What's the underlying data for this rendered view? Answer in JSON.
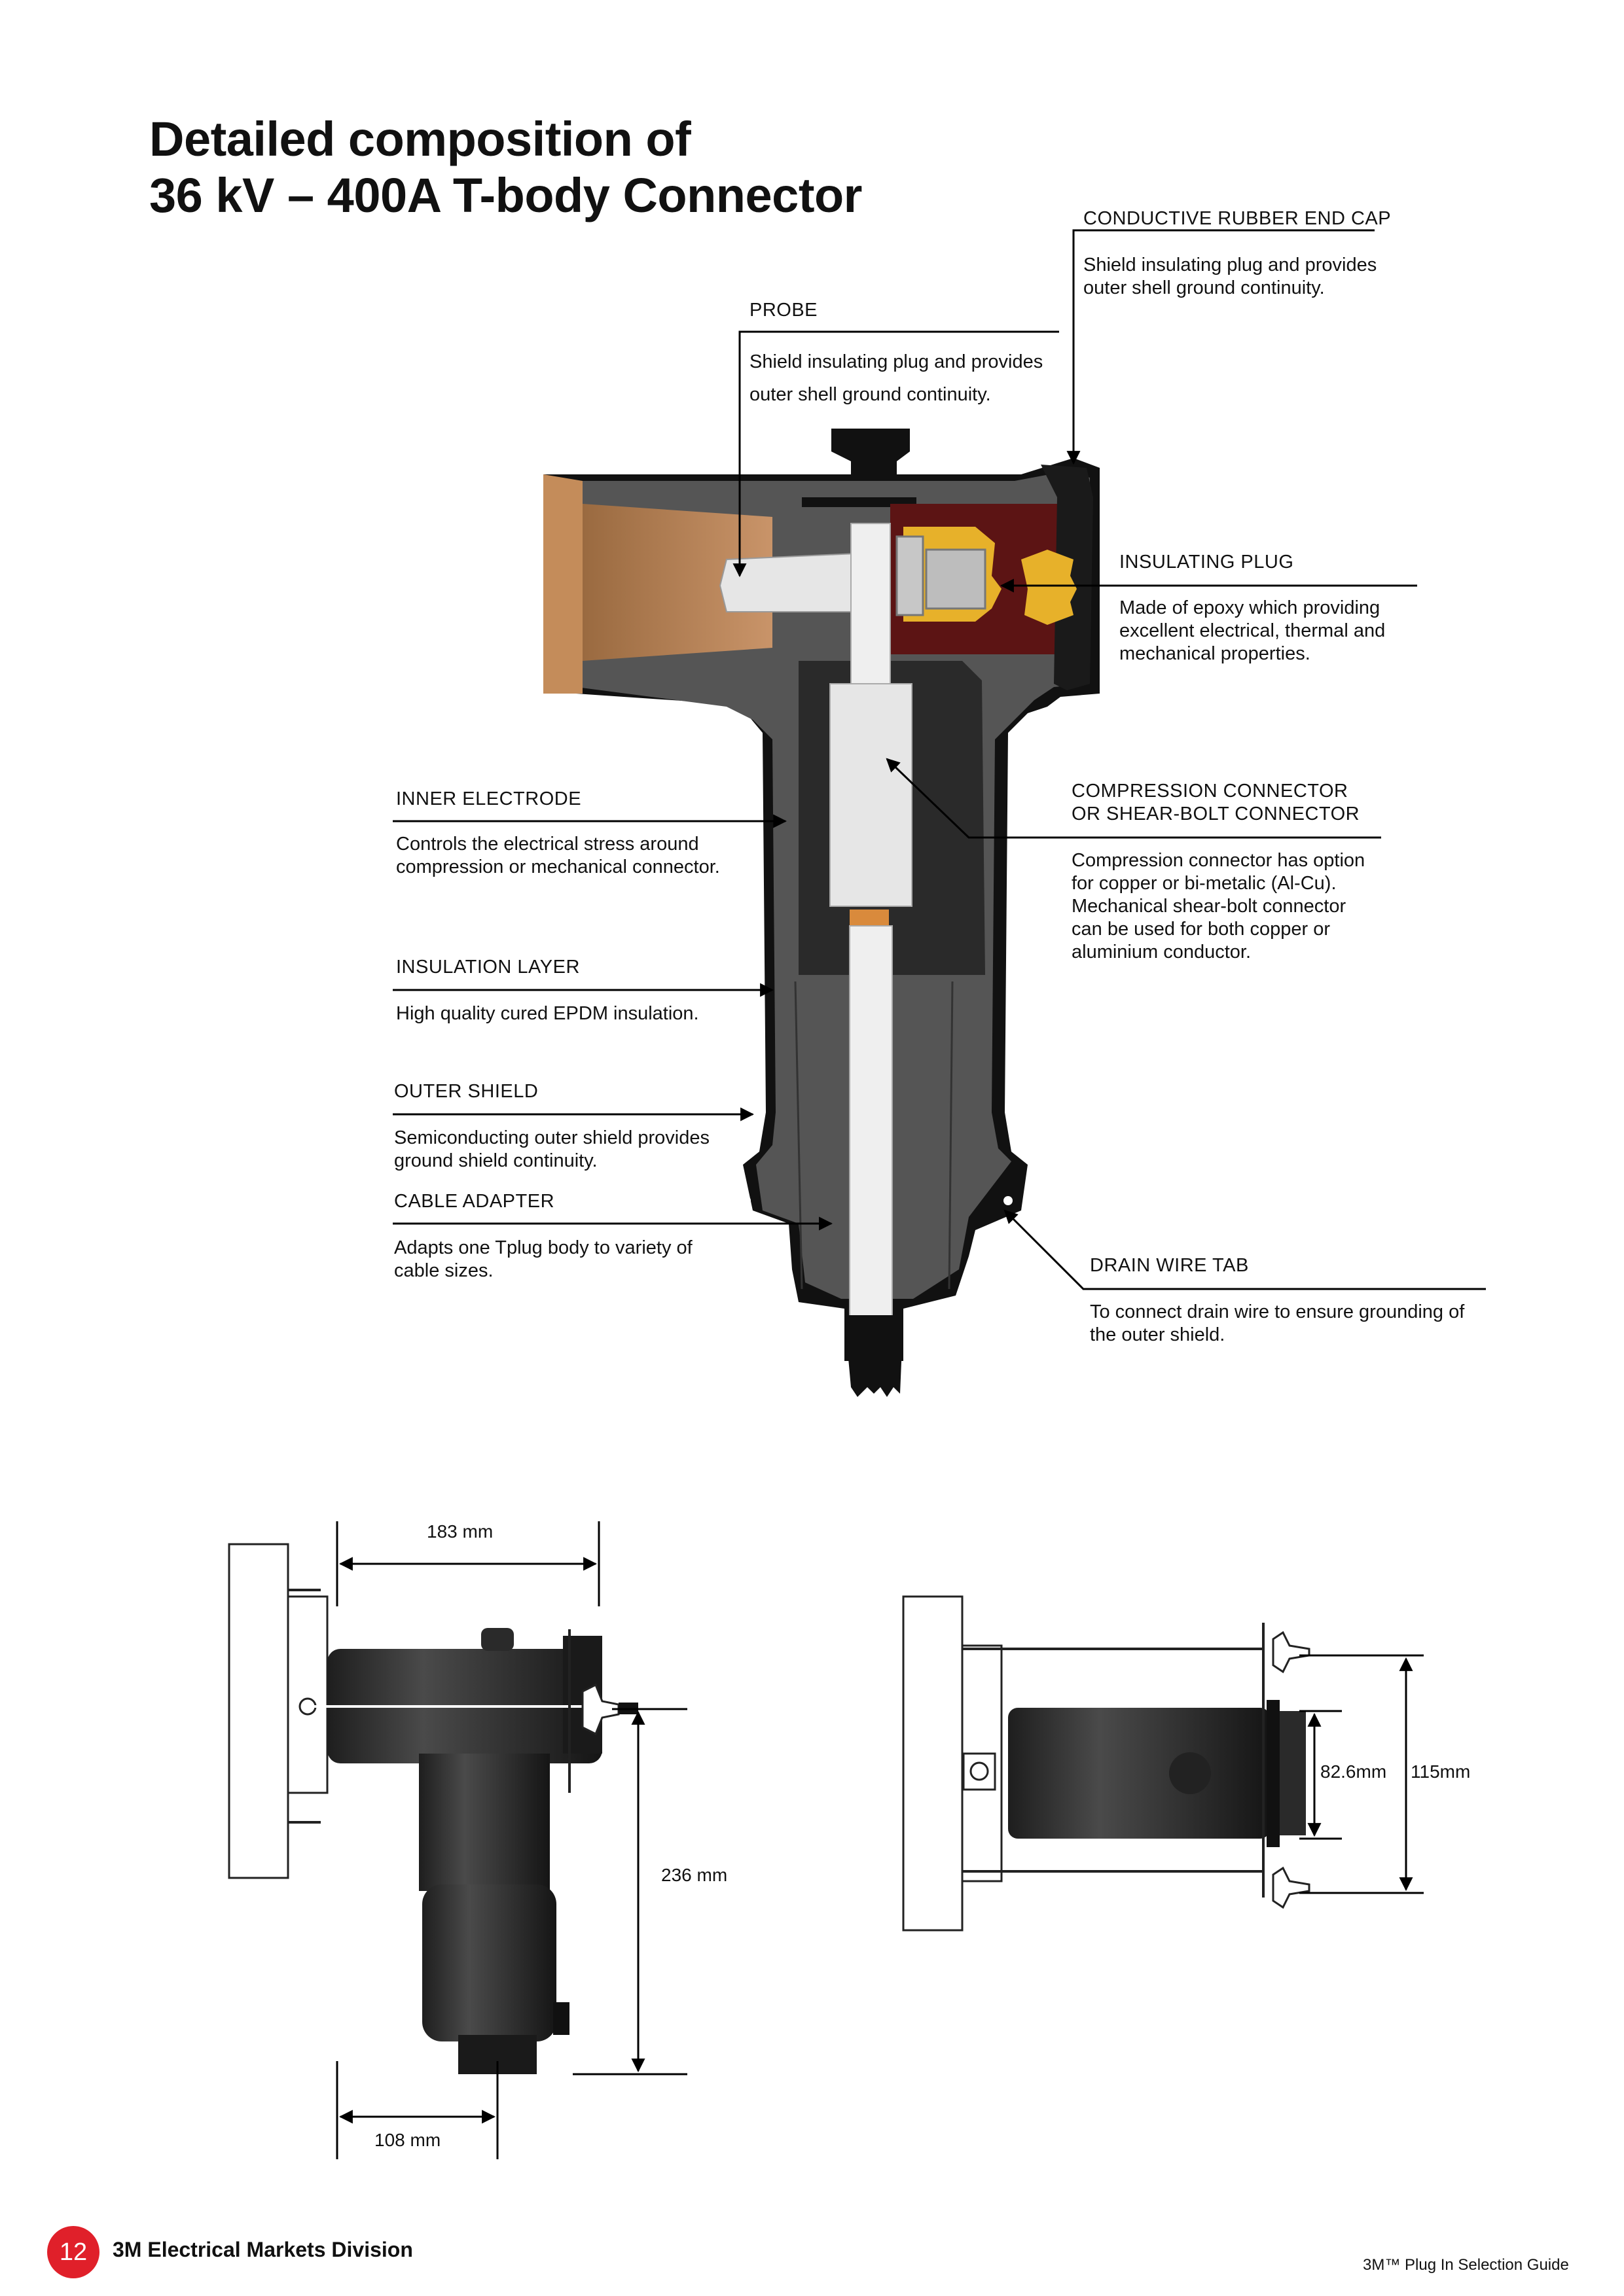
{
  "title": {
    "line1": "Detailed composition of",
    "line2": "36 kV – 400A T-body Connector"
  },
  "callouts": {
    "end_cap": {
      "heading": "CONDUCTIVE RUBBER END CAP",
      "desc": "Shield insulating plug and provides outer shell ground continuity."
    },
    "probe": {
      "heading": "PROBE",
      "desc": "Shield insulating plug and provides outer shell ground continuity."
    },
    "insulating_plug": {
      "heading": "INSULATING PLUG",
      "desc": "Made of epoxy which providing excellent electrical, thermal and mechanical properties."
    },
    "compression": {
      "heading_line1": "COMPRESSION CONNECTOR",
      "heading_line2": "OR SHEAR-BOLT CONNECTOR",
      "desc": "Compression connector has option for copper or bi-metalic (Al-Cu). Mechanical shear-bolt connector can be used for both copper or aluminium conductor."
    },
    "inner_electrode": {
      "heading": "INNER ELECTRODE",
      "desc": "Controls the electrical stress around compression or mechanical connector."
    },
    "insulation_layer": {
      "heading": "INSULATION LAYER",
      "desc": "High quality cured EPDM insulation."
    },
    "outer_shield": {
      "heading": "OUTER SHIELD",
      "desc": "Semiconducting outer shield provides ground shield continuity."
    },
    "cable_adapter": {
      "heading": "CABLE ADAPTER",
      "desc": "Adapts one Tplug body to variety of cable sizes."
    },
    "drain_wire": {
      "heading": "DRAIN WIRE TAB",
      "desc": "To connect drain wire to ensure grounding of the outer shield."
    }
  },
  "dimensions": {
    "width_top": "183 mm",
    "height": "236 mm",
    "width_bottom": "108 mm",
    "inner_dia": "82.6mm",
    "outer_dia": "115mm"
  },
  "colors": {
    "accent": "#e0202a",
    "body_dark": "#4a4a4a",
    "insulation": "#5a5a5a",
    "maroon": "#5c1414",
    "brass": "#e8b020",
    "bushing": "#b07a4c"
  },
  "footer": {
    "page_number": "12",
    "division": "3M Electrical Markets Division",
    "guide": "3M™ Plug In Selection Guide"
  }
}
